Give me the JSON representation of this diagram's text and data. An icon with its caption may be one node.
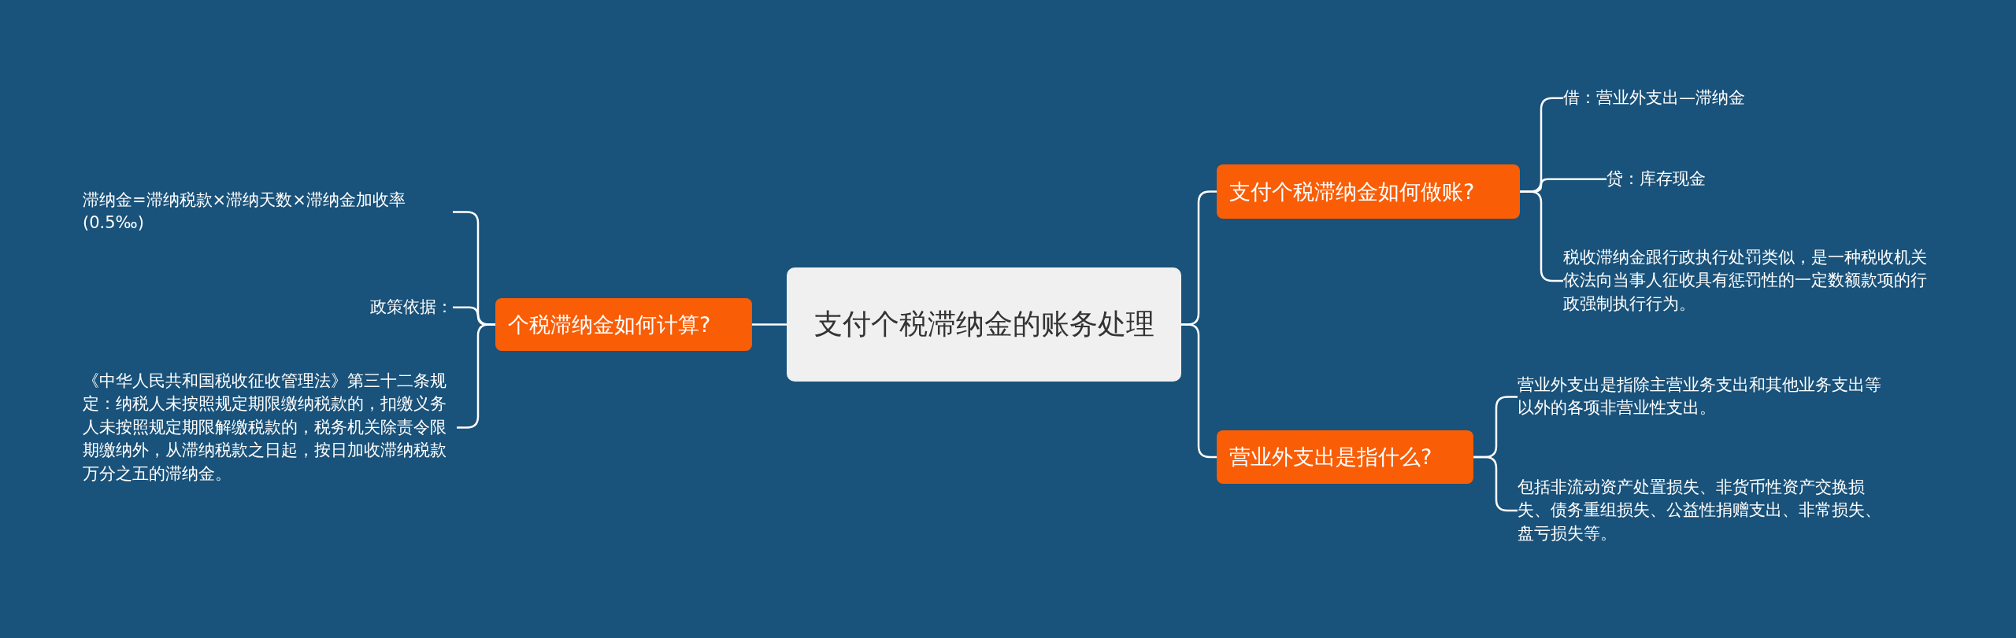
{
  "diagram": {
    "nodes": [
      {
        "text": [
          "支付个税滞纳金的账务处理"
        ]
      },
      {
        "text": [
          "个税滞纳金如何计算?"
        ]
      },
      {
        "text": [
          "滞纳金=滞纳税款×滞纳天数×滞纳金加收率(0.5‰)"
        ]
      },
      {
        "text": [
          "政策依据："
        ]
      },
      {
        "text": [
          "《中华人民共和国税收征收管理法》第三十二条规定：纳税人未按照规定期限缴纳税款的，扣缴义务人未按照规定期限解缴税款的，税务机关除责令限期缴纳外，从滞纳税款之日起，按日加收滞纳税款万分之五的滞纳金。"
        ]
      },
      {
        "text": [
          "支付个税滞纳金如何做账?"
        ]
      },
      {
        "text": [
          "借：营业外支出—滞纳金"
        ]
      },
      {
        "text": [
          "贷：库存现金"
        ]
      },
      {
        "text": [
          "税收滞纳金跟行政执行处罚类似，是一种税收机关依法向当事人征收具有惩罚性的一定数额款项的行政强制执行行为。"
        ]
      },
      {
        "text": [
          "营业外支出是指什么?"
        ]
      },
      {
        "text": [
          "营业外支出是指除主营业务支出和其他业务支出等以外的各项非营业性支出。"
        ]
      },
      {
        "text": [
          "包括非流动资产处置损失、非货币性资产交换损失、债务重组损失、公益性捐赠支出、非常损失、盘亏损失等。"
        ]
      }
    ],
    "edges": [
      {
        "from": 0,
        "to": 1,
        "arrow": "none"
      },
      {
        "from": 1,
        "to": 2,
        "arrow": "none"
      },
      {
        "from": 1,
        "to": 3,
        "arrow": "none"
      },
      {
        "from": 1,
        "to": 4,
        "arrow": "none"
      },
      {
        "from": 0,
        "to": 5,
        "arrow": "none"
      },
      {
        "from": 5,
        "to": 6,
        "arrow": "none"
      },
      {
        "from": 5,
        "to": 7,
        "arrow": "none"
      },
      {
        "from": 5,
        "to": 8,
        "arrow": "none"
      },
      {
        "from": 0,
        "to": 9,
        "arrow": "none"
      },
      {
        "from": 9,
        "to": 10,
        "arrow": "none"
      },
      {
        "from": 9,
        "to": 11,
        "arrow": "none"
      }
    ]
  }
}
